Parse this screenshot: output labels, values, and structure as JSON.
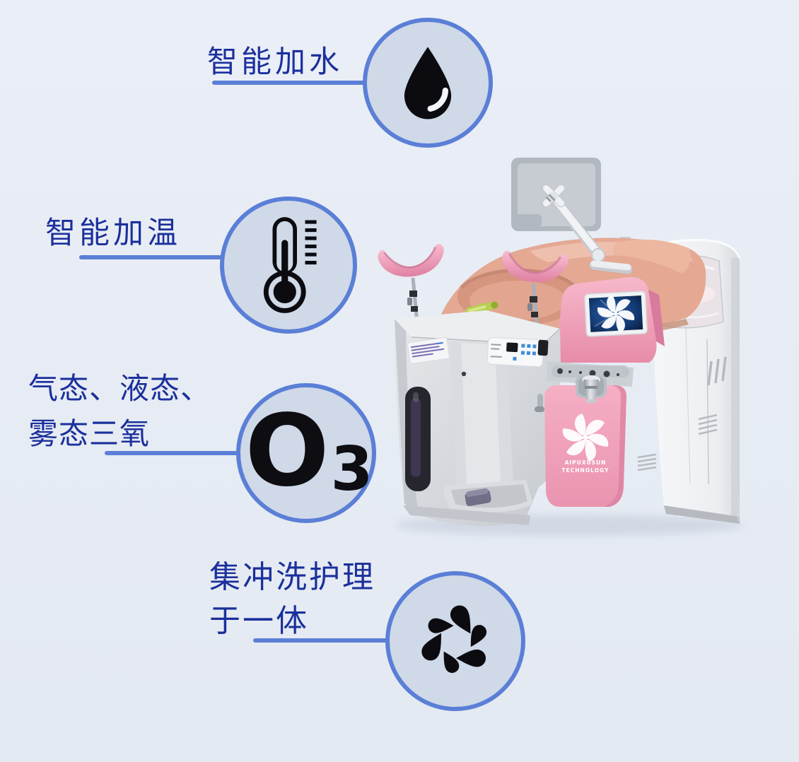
{
  "colors": {
    "background": "#e7ecf4",
    "accent_blue": "#5b7fd7",
    "heading_navy": "#1b309c",
    "badge_fill": "#cfd9e7",
    "icon_black": "#0b0b10",
    "machine_pink": "#f2a6bd",
    "bed_salmon": "#e4a893"
  },
  "callouts": [
    {
      "id": "smart-water-filling",
      "label": "智能加水",
      "icon": "water-drop-icon"
    },
    {
      "id": "smart-heating",
      "label": "智能加温",
      "icon": "thermometer-icon"
    },
    {
      "id": "triple-state-ozone",
      "lines": [
        "气态、液态、",
        "雾态三氧"
      ],
      "symbol_main": "O",
      "symbol_sub": "3",
      "icon": "ozone-o3-symbol"
    },
    {
      "id": "integrated-wash-care",
      "lines": [
        "集冲洗护理",
        "于一体"
      ],
      "icon": "water-splash-icon"
    }
  ],
  "machine": {
    "description": "gynecological washing and care device with exam chair",
    "brand_line1": "AIPUXUSUN",
    "brand_line2": "TECHNOLOGY"
  }
}
